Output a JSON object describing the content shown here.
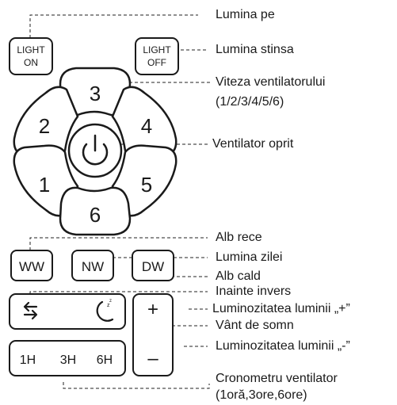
{
  "remote": {
    "light_on": {
      "line1": "LIGHT",
      "line2": "ON"
    },
    "light_off": {
      "line1": "LIGHT",
      "line2": "OFF"
    },
    "speeds": [
      "1",
      "2",
      "3",
      "4",
      "5",
      "6"
    ],
    "color_buttons": [
      "WW",
      "NW",
      "DW"
    ],
    "brightness": {
      "plus": "+",
      "minus": "–"
    },
    "timers": [
      "1H",
      "3H",
      "6H"
    ]
  },
  "labels": {
    "light_on": "Lumina pe",
    "light_off": "Lumina stinsa",
    "fan_speed_1": "Viteza ventilatorului",
    "fan_speed_2": "(1/2/3/4/5/6)",
    "fan_off": "Ventilator oprit",
    "cool_white": "Alb rece",
    "daylight": "Lumina zilei",
    "warm_white": "Alb cald",
    "reverse": "Inainte invers",
    "brightness_plus": "Luminozitatea luminii „+”",
    "sleep_wind": "Vânt de somn",
    "brightness_minus": "Luminozitatea luminii „-”",
    "timer_1": "Cronometru ventilator",
    "timer_2": "(1oră,3ore,6ore)"
  }
}
